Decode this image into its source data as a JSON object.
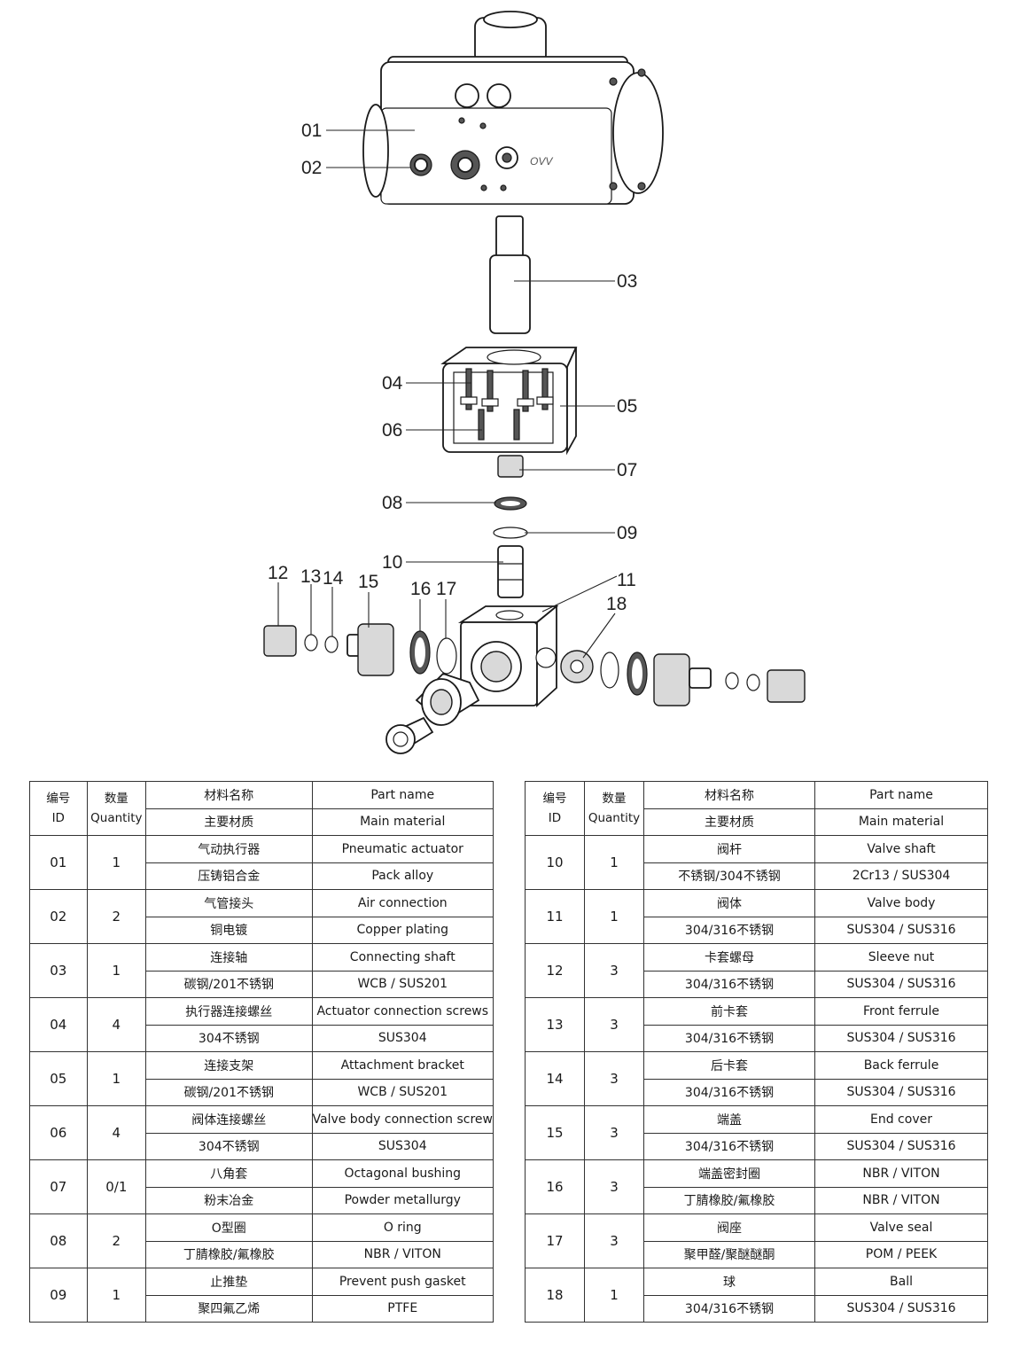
{
  "diagram": {
    "brand_mark": "OVV",
    "callouts": [
      "01",
      "02",
      "03",
      "04",
      "05",
      "06",
      "07",
      "08",
      "09",
      "10",
      "11",
      "12",
      "13",
      "14",
      "15",
      "16",
      "17",
      "18"
    ]
  },
  "table_header": {
    "id_cn": "编号",
    "id_en": "ID",
    "qty_cn": "数量",
    "qty_en": "Quantity",
    "name_cn": "材料名称",
    "name_en": "Part name",
    "material_cn": "主要材质",
    "material_en": "Main material"
  },
  "parts_left": [
    {
      "id": "01",
      "qty": "1",
      "name_cn": "气动执行器",
      "name_en": "Pneumatic actuator",
      "material_cn": "压铸铝合金",
      "material_en": "Pack alloy"
    },
    {
      "id": "02",
      "qty": "2",
      "name_cn": "气管接头",
      "name_en": "Air connection",
      "material_cn": "铜电镀",
      "material_en": "Copper plating"
    },
    {
      "id": "03",
      "qty": "1",
      "name_cn": "连接轴",
      "name_en": "Connecting shaft",
      "material_cn": "碳钢/201不锈钢",
      "material_en": "WCB / SUS201"
    },
    {
      "id": "04",
      "qty": "4",
      "name_cn": "执行器连接螺丝",
      "name_en": "Actuator connection screws",
      "material_cn": "304不锈钢",
      "material_en": "SUS304"
    },
    {
      "id": "05",
      "qty": "1",
      "name_cn": "连接支架",
      "name_en": "Attachment bracket",
      "material_cn": "碳钢/201不锈钢",
      "material_en": "WCB / SUS201"
    },
    {
      "id": "06",
      "qty": "4",
      "name_cn": "阀体连接螺丝",
      "name_en": "Valve body connection screw",
      "material_cn": "304不锈钢",
      "material_en": "SUS304"
    },
    {
      "id": "07",
      "qty": "0/1",
      "name_cn": "八角套",
      "name_en": "Octagonal bushing",
      "material_cn": "粉末冶金",
      "material_en": "Powder metallurgy"
    },
    {
      "id": "08",
      "qty": "2",
      "name_cn": "O型圈",
      "name_en": "O ring",
      "material_cn": "丁腈橡胶/氟橡胶",
      "material_en": "NBR / VITON"
    },
    {
      "id": "09",
      "qty": "1",
      "name_cn": "止推垫",
      "name_en": "Prevent push gasket",
      "material_cn": "聚四氟乙烯",
      "material_en": "PTFE"
    }
  ],
  "parts_right": [
    {
      "id": "10",
      "qty": "1",
      "name_cn": "阀杆",
      "name_en": "Valve shaft",
      "material_cn": "不锈钢/304不锈钢",
      "material_en": "2Cr13 / SUS304"
    },
    {
      "id": "11",
      "qty": "1",
      "name_cn": "阀体",
      "name_en": "Valve body",
      "material_cn": "304/316不锈钢",
      "material_en": "SUS304 / SUS316"
    },
    {
      "id": "12",
      "qty": "3",
      "name_cn": "卡套螺母",
      "name_en": "Sleeve nut",
      "material_cn": "304/316不锈钢",
      "material_en": "SUS304 / SUS316"
    },
    {
      "id": "13",
      "qty": "3",
      "name_cn": "前卡套",
      "name_en": "Front ferrule",
      "material_cn": "304/316不锈钢",
      "material_en": "SUS304 / SUS316"
    },
    {
      "id": "14",
      "qty": "3",
      "name_cn": "后卡套",
      "name_en": "Back ferrule",
      "material_cn": "304/316不锈钢",
      "material_en": "SUS304 / SUS316"
    },
    {
      "id": "15",
      "qty": "3",
      "name_cn": "端盖",
      "name_en": "End cover",
      "material_cn": "304/316不锈钢",
      "material_en": "SUS304 / SUS316"
    },
    {
      "id": "16",
      "qty": "3",
      "name_cn": "端盖密封圈",
      "name_en": "NBR / VITON",
      "material_cn": "丁腈橡胶/氟橡胶",
      "material_en": "NBR / VITON"
    },
    {
      "id": "17",
      "qty": "3",
      "name_cn": "阀座",
      "name_en": "Valve seal",
      "material_cn": "聚甲醛/聚醚醚酮",
      "material_en": "POM / PEEK"
    },
    {
      "id": "18",
      "qty": "1",
      "name_cn": "球",
      "name_en": "Ball",
      "material_cn": "304/316不锈钢",
      "material_en": "SUS304 / SUS316"
    }
  ]
}
